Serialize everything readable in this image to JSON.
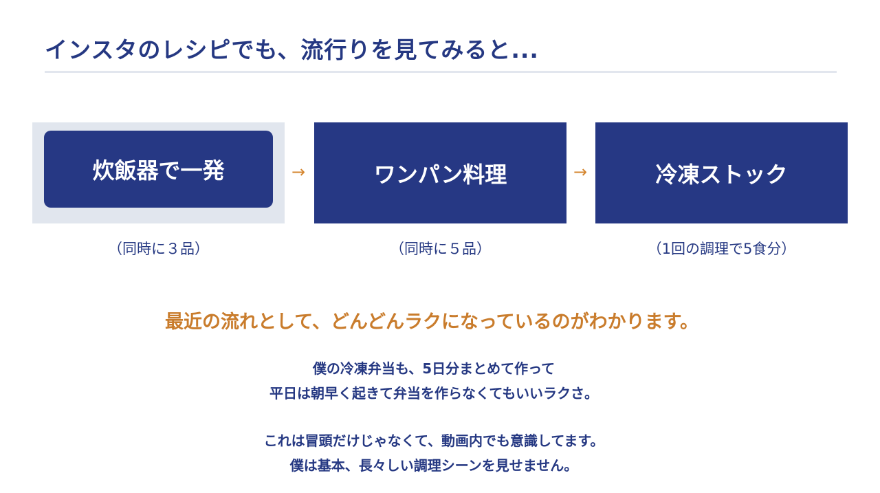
{
  "title": "インスタのレシピでも、流行りを見てみると...",
  "steps": [
    {
      "label": "炊飯器で一発",
      "caption": "（同時に３品）",
      "selected": true
    },
    {
      "label": "ワンパン料理",
      "caption": "（同時に５品）"
    },
    {
      "label": "冷凍ストック",
      "caption": "（1回の調理で5食分）"
    }
  ],
  "arrow": "→",
  "lead": "最近の流れとして、どんどんラクになっているのがわかります。",
  "body": [
    "僕の冷凍弁当も、5日分まとめて作って",
    "平日は朝早く起きて弁当を作らなくてもいいラクさ。",
    "これは冒頭だけじゃなくて、動画内でも意識してます。",
    "僕は基本、長々しい調理シーンを見せません。"
  ],
  "colors": {
    "navy": "#263884",
    "accent": "#c97c2c",
    "selected_bg": "#e1e6ee"
  }
}
